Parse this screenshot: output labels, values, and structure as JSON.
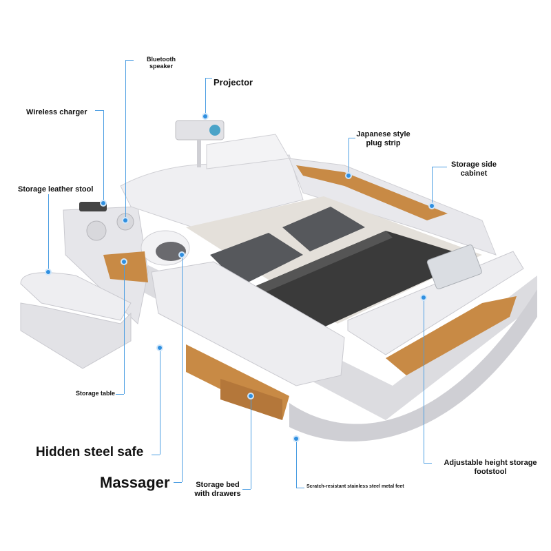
{
  "labels": {
    "bluetooth_speaker": "Bluetooth speaker",
    "projector": "Projector",
    "wireless_charger": "Wireless charger",
    "japanese_plug_strip": "Japanese style plug strip",
    "storage_side_cabinet": "Storage side cabinet",
    "storage_leather_stool": "Storage leather stool",
    "storage_table": "Storage table",
    "hidden_steel_safe": "Hidden steel safe",
    "massager": "Massager",
    "storage_bed_drawers": "Storage bed with drawers",
    "metal_feet": "Scratch-resistant stainless steel metal feet",
    "footstool": "Adjustable height storage footstool"
  },
  "colors": {
    "callout": "#4a9de2",
    "dot": "#2f8fe0",
    "leather": "#e9e9ec",
    "wood": "#c88a45",
    "pillow": "#56585c",
    "blanket": "#3a3a3a"
  }
}
